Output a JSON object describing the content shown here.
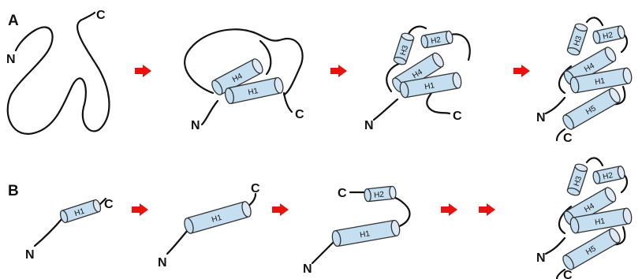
{
  "panels": {
    "a": {
      "label": "A"
    },
    "b": {
      "label": "B"
    }
  },
  "termini": {
    "n": "N",
    "c": "C"
  },
  "helices": {
    "h1": "H1",
    "h2": "H2",
    "h3": "H3",
    "h4": "H4",
    "h5": "H5"
  },
  "colors": {
    "helix_fill": "#c5dff0",
    "helix_cap": "#ddeaf5",
    "arrow": "#e8130e",
    "chain": "#111111"
  }
}
